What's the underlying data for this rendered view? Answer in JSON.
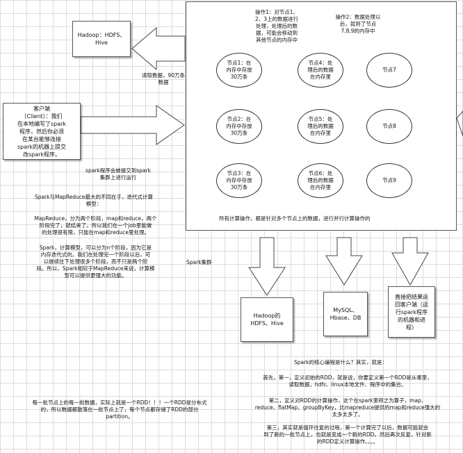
{
  "hdfs_hive_top": "Hadoop：HDFS、\nHive",
  "read_label": "读取数据，90万条\n数据",
  "client_box": "客户端\n（Client）：我们\n在本地编写了spark\n程序，然后你必须\n在某台能够连接\nspark的机器上提交\n改spark程序。",
  "submit_label": "spark程序会被提交到spark\n集群上进行运行",
  "op1_label": "操作1：对节点1、\n2、3上的数据进行\n处理，处理后的数\n据，可能会移动到\n其他节点的内存中",
  "op2_label": "操作2：数据处理以\n后，就到了节点\n7,8,9的内存中",
  "nodes": [
    "节点1：在\n内存中存放\n30万条",
    "节点4：处\n理后的数据\n在内存里",
    "节点7",
    "节点2：在\n内存中存放\n30万条",
    "节点5：处\n理后的数据\n在内存里",
    "节点8",
    "节点3：在\n内存中存放\n30万条",
    "节点6：处\n理后的数据\n在内存里",
    "节点9"
  ],
  "parallel_label": "所有计算操作，都是针对多个节点上的数据，进行并行计算操作的",
  "spark_cluster_label": "Spark集群",
  "hdfs_hive_bottom": "Hadoop的\nHDFS、Hive",
  "mysql_box": "MySQL、\nHbase、DB",
  "return_box": "直接把结果返\n回客户端（运\n行spark程序\n的机器和进\n程）",
  "compare_title": "Spark与MapReduce最大的不同在于，迭代式计算\n模型：",
  "compare_mr": "MapReduce，分为两个阶段，map和reduce，两个\n阶段完了，就结束了。所以我们在一个job里能做\n的处理很有限，只能在map和reduce里处理。",
  "compare_spark": "Spark，计算模型，可以分为n个阶段，因为它是\n内存迭代式的。我们在处理完一个阶段以后，可\n以继续往下处理很多个阶段，而不只是两个阶\n段。所以，Spark相较于MapReduce来说，计算模\n型可以提供更强大的功能。",
  "rdd_note": "每一批节点上的每一批数据，实际上就是一个RDD！！！一个RDD是分布式\n的，所以数据都散落在一批节点上了，每个节点都存储了RDD的部分\npartition。",
  "core_title": "Spark的核心编程是什么？其实，就是：",
  "core_1": "首先，第一，定义初始的RDD，就是说，你要定义第一个RDD是从哪里，\n读取数据，hdfs、linux本地文件、程序中的集合。",
  "core_2": "第二，定义对RDD的计算操作，这个在spark里称之为算子，map、\nreduce、flatMap、groupByKey，比mapreduce提供的map和reduce强大的\n太多太多了。",
  "core_3": "第三，其实就是循环往复的过程，第一个计算完了以后，数据可能就会\n到了新的一批节点上，也就是变成一个新的RDD。然后再次反复，针对新\n的RDD定义计算操作。。。。"
}
